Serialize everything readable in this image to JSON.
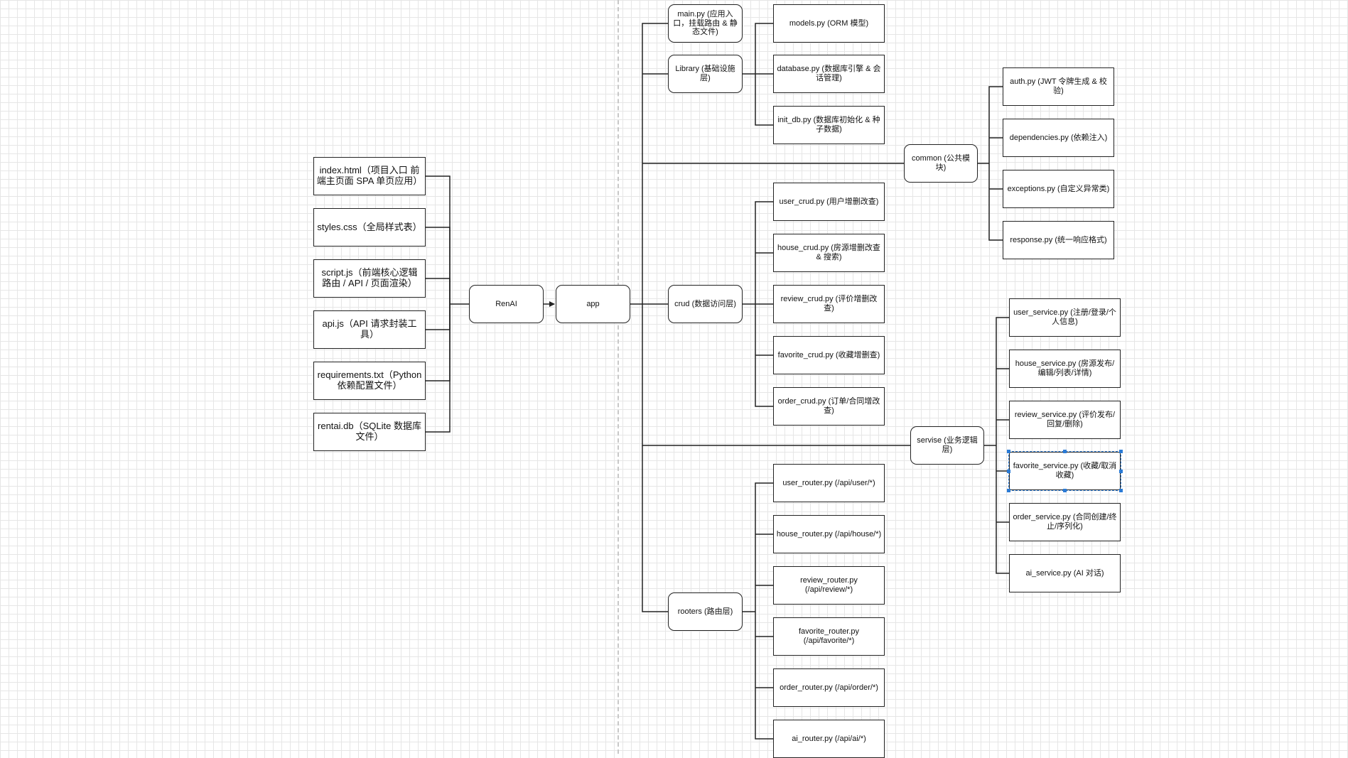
{
  "diagram": {
    "frontend_files": [
      {
        "id": "index-html",
        "label": "index.html（项目入口 前端主页面 SPA 单页应用）"
      },
      {
        "id": "styles-css",
        "label": "styles.css（全局样式表）"
      },
      {
        "id": "script-js",
        "label": "script.js（前端核心逻辑 路由 / API / 页面渲染）"
      },
      {
        "id": "api-js",
        "label": "api.js（API 请求封装工具）"
      },
      {
        "id": "requirements-txt",
        "label": "requirements.txt（Python 依赖配置文件）"
      },
      {
        "id": "rentai-db",
        "label": "rentai.db（SQLite 数据库文件）"
      }
    ],
    "root": {
      "label": "RenAI"
    },
    "app": {
      "label": "app"
    },
    "main_py": {
      "label": "main.py (应用入口，挂载路由 & 静态文件)"
    },
    "library": {
      "label": "Library (基础设施层)",
      "children": [
        {
          "label": "models.py (ORM 模型)"
        },
        {
          "label": "database.py (数据库引擎 & 会话管理)"
        },
        {
          "label": "init_db.py (数据库初始化 & 种子数据)"
        }
      ]
    },
    "common": {
      "label": "common (公共模块)",
      "children": [
        {
          "label": "auth.py (JWT 令牌生成 & 校验)"
        },
        {
          "label": "dependencies.py (依赖注入)"
        },
        {
          "label": "exceptions.py (自定义异常类)"
        },
        {
          "label": "response.py (统一响应格式)"
        }
      ]
    },
    "crud": {
      "label": "crud (数据访问层)",
      "children": [
        {
          "label": "user_crud.py (用户增删改查)"
        },
        {
          "label": "house_crud.py (房源增删改查 & 搜索)"
        },
        {
          "label": "review_crud.py (评价增删改查)"
        },
        {
          "label": "favorite_crud.py (收藏增删查)"
        },
        {
          "label": "order_crud.py (订单/合同增改查)"
        }
      ]
    },
    "servise": {
      "label": "servise (业务逻辑层)",
      "children": [
        {
          "label": "user_service.py (注册/登录/个人信息)"
        },
        {
          "label": "house_service.py (房源发布/编辑/列表/详情)"
        },
        {
          "label": "review_service.py (评价发布/回复/删除)"
        },
        {
          "label": "favorite_service.py (收藏/取消收藏)"
        },
        {
          "label": "order_service.py (合同创建/终止/序列化)"
        },
        {
          "label": "ai_service.py (AI 对话)"
        }
      ]
    },
    "rooters": {
      "label": "rooters (路由层)",
      "children": [
        {
          "label": "user_router.py (/api/user/*)"
        },
        {
          "label": "house_router.py (/api/house/*)"
        },
        {
          "label": "review_router.py (/api/review/*)"
        },
        {
          "label": "favorite_router.py (/api/favorite/*)"
        },
        {
          "label": "order_router.py (/api/order/*)"
        },
        {
          "label": "ai_router.py (/api/ai/*)"
        }
      ]
    }
  }
}
